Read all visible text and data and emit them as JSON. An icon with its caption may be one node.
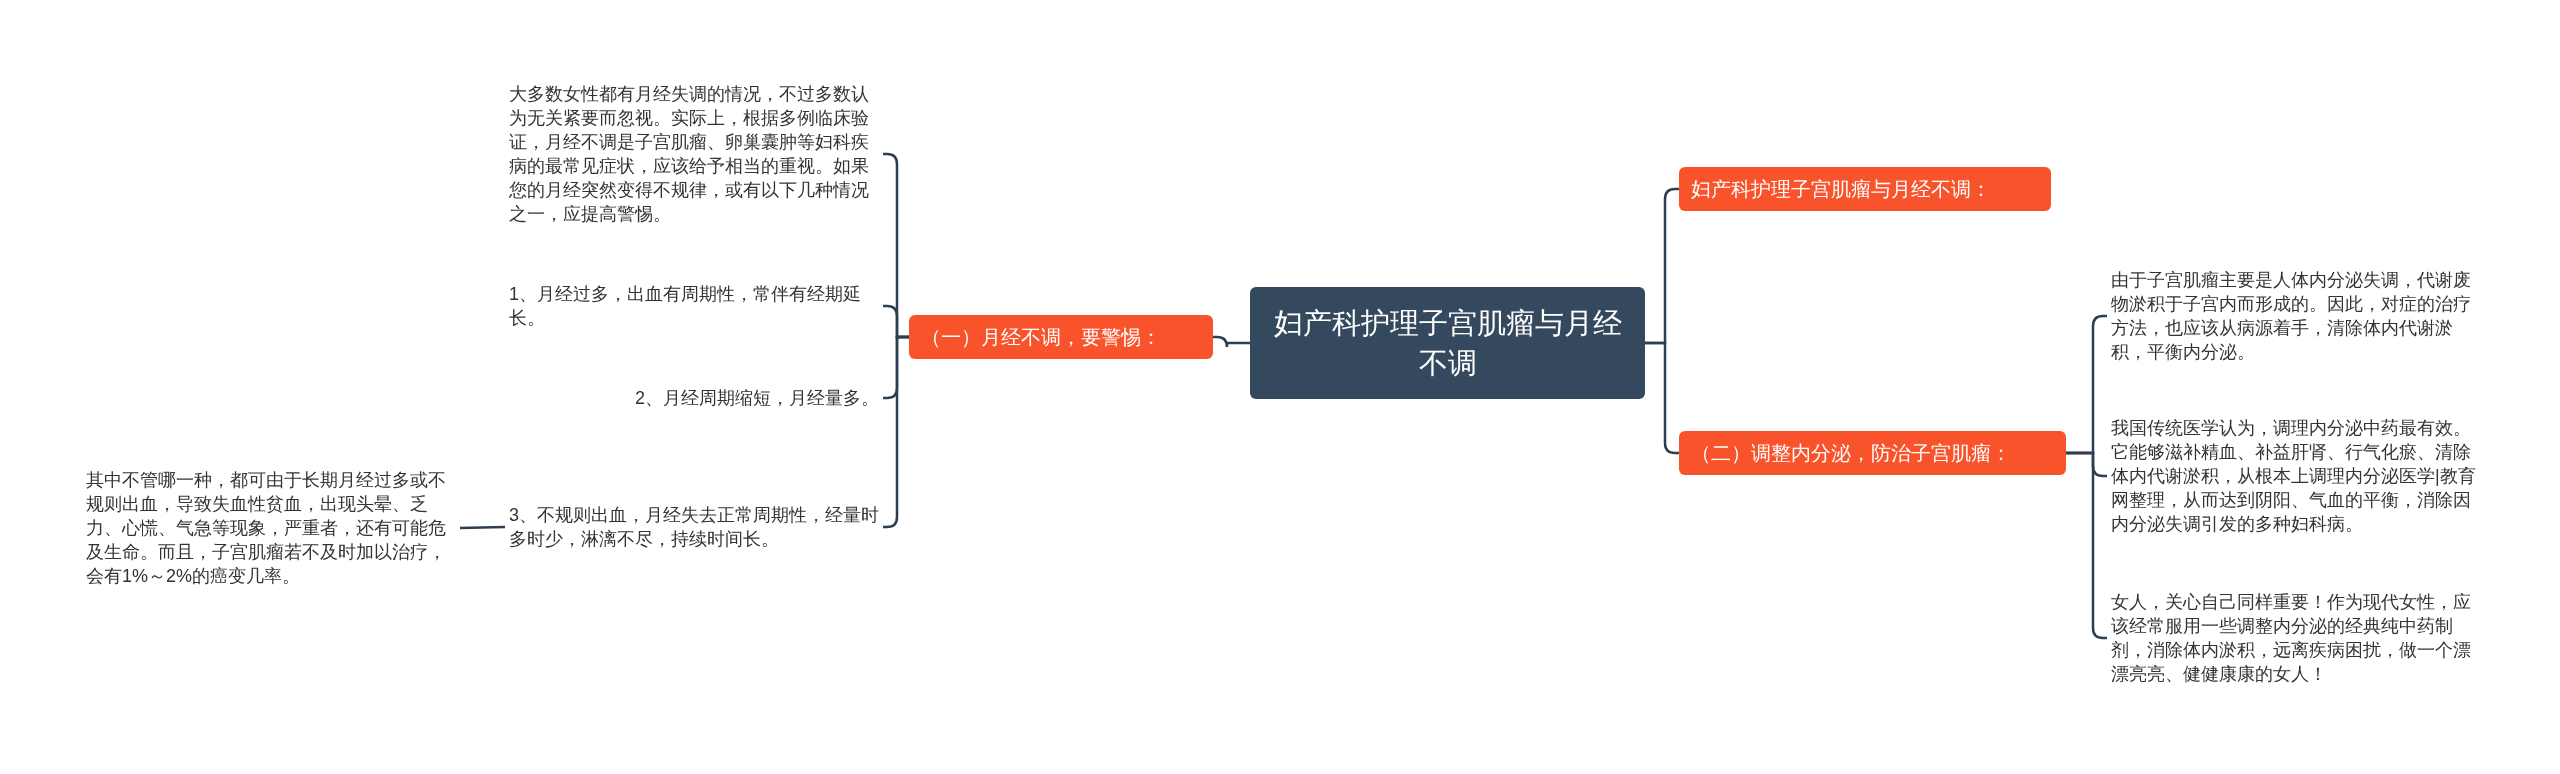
{
  "diagram": {
    "nodes": [
      {
        "text": [
          "妇产科护理子宫肌瘤与月经不调"
        ]
      },
      {
        "text": [
          "（一）月经不调，要警惕："
        ]
      },
      {
        "text": [
          "大多数女性都有月经失调的情况，不过多数认为无关紧要而忽视。实际上，根据多例临床验证，月经不调是子宫肌瘤、卵巢囊肿等妇科疾病的最常见症状，应该给予相当的重视。如果您的月经突然变得不规律，或有以下几种情况之一，应提高警惕。"
        ]
      },
      {
        "text": [
          "1、月经过多，出血有周期性，常伴有经期延长。"
        ]
      },
      {
        "text": [
          "2、月经周期缩短，月经量多。"
        ]
      },
      {
        "text": [
          "3、不规则出血，月经失去正常周期性，经量时多时少，淋漓不尽，持续时间长。"
        ]
      },
      {
        "text": [
          "其中不管哪一种，都可由于长期月经过多或不规则出血，导致失血性贫血，出现头晕、乏力、心慌、气急等现象，严重者，还有可能危及生命。而且，子宫肌瘤若不及时加以治疗，会有1%～2%的癌变几率。"
        ]
      },
      {
        "text": [
          "妇产科护理子宫肌瘤与月经不调："
        ]
      },
      {
        "text": [
          "（二）调整内分泌，防治子宫肌瘤："
        ]
      },
      {
        "text": [
          "由于子宫肌瘤主要是人体内分泌失调，代谢废物淤积于子宫内而形成的。因此，对症的治疗方法，也应该从病源着手，清除体内代谢淤积，平衡内分泌。"
        ]
      },
      {
        "text": [
          "我国传统医学认为，调理内分泌中药最有效。它能够滋补精血、补益肝肾、行气化瘀、清除体内代谢淤积，从根本上调理内分泌医学|教育网整理，从而达到阴阳、气血的平衡，消除因内分泌失调引发的多种妇科病。"
        ]
      },
      {
        "text": [
          "女人，关心自己同样重要！作为现代女性，应该经常服用一些调整内分泌的经典纯中药制剂，消除体内淤积，远离疾病困扰，做一个漂漂亮亮、健健康康的女人！"
        ]
      }
    ],
    "edges": [
      {
        "from": 0,
        "to": 1,
        "arrow": "none"
      },
      {
        "from": 1,
        "to": 2,
        "arrow": "none"
      },
      {
        "from": 1,
        "to": 3,
        "arrow": "none"
      },
      {
        "from": 1,
        "to": 4,
        "arrow": "none"
      },
      {
        "from": 1,
        "to": 5,
        "arrow": "none"
      },
      {
        "from": 5,
        "to": 6,
        "arrow": "none"
      },
      {
        "from": 0,
        "to": 7,
        "arrow": "none"
      },
      {
        "from": 0,
        "to": 8,
        "arrow": "none"
      },
      {
        "from": 8,
        "to": 9,
        "arrow": "none"
      },
      {
        "from": 8,
        "to": 10,
        "arrow": "none"
      },
      {
        "from": 8,
        "to": 11,
        "arrow": "none"
      }
    ]
  }
}
